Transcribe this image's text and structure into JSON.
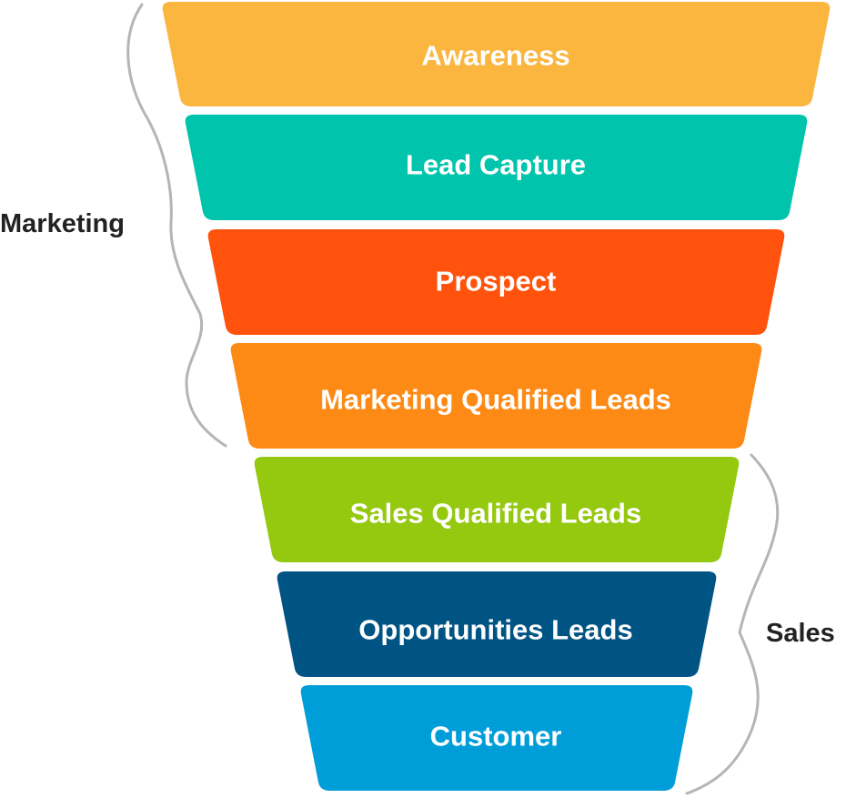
{
  "stages": [
    {
      "label": "Awareness",
      "color": "#fbb640"
    },
    {
      "label": "Lead Capture",
      "color": "#00c4ac"
    },
    {
      "label": "Prospect",
      "color": "#ff530d"
    },
    {
      "label": "Marketing Qualified Leads",
      "color": "#fd8a15"
    },
    {
      "label": "Sales Qualified Leads",
      "color": "#94c90f"
    },
    {
      "label": "Opportunities Leads",
      "color": "#005484"
    },
    {
      "label": "Customer",
      "color": "#009ed9"
    }
  ],
  "groups": {
    "marketing": {
      "label": "Marketing"
    },
    "sales": {
      "label": "Sales"
    }
  },
  "brace_color": "#b5b5b5"
}
